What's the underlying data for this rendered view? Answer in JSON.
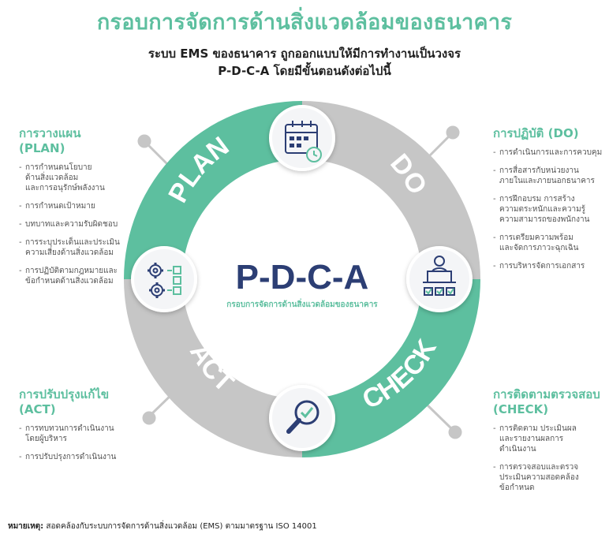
{
  "header": {
    "title": "กรอบการจัดการด้านสิ่งแวดล้อมของธนาคาร",
    "subtitle_line1": "ระบบ EMS ของธนาคาร ถูกออกแบบให้มีการทำงานเป็นวงจร",
    "subtitle_line2": "P-D-C-A โดยมีขั้นตอนดังต่อไปนี้"
  },
  "center": {
    "title": "P-D-C-A",
    "subtitle": "กรอบการจัดการด้านสิ่งแวดล้อมของธนาคาร"
  },
  "ring": {
    "plan_label": "PLAN",
    "do_label": "DO",
    "check_label": "CHECK",
    "act_label": "ACT"
  },
  "plan": {
    "heading_line1": "การวางแผน",
    "heading_line2": "(PLAN)",
    "items": [
      "การกำหนดนโยบาย\nด้านสิ่งแวดล้อม\nและการอนุรักษ์พลังงาน",
      "การกำหนดเป้าหมาย",
      "บทบาทและความรับผิดชอบ",
      "การระบุประเด็นและประเมิน\nความเสี่ยงด้านสิ่งแวดล้อม",
      "การปฏิบัติตามกฎหมายและ\nข้อกำหนดด้านสิ่งแวดล้อม"
    ]
  },
  "do": {
    "heading_line1": "การปฏิบัติ (DO)",
    "items": [
      "การดำเนินการและการควบคุม",
      "การสื่อสารกับหน่วยงาน\nภายในและภายนอกธนาคาร",
      "การฝึกอบรม การสร้าง\nความตระหนักและความรู้\nความสามารถของพนักงาน",
      "การเตรียมความพร้อม\nและจัดการภาวะฉุกเฉิน",
      "การบริหารจัดการเอกสาร"
    ]
  },
  "act": {
    "heading_line1": "การปรับปรุงแก้ไข",
    "heading_line2": "(ACT)",
    "items": [
      "การทบทวนการดำเนินงาน\nโดยผู้บริหาร",
      "การปรับปรุงการดำเนินงาน"
    ]
  },
  "check": {
    "heading_line1": "การติดตามตรวจสอบ",
    "heading_line2": "(CHECK)",
    "items": [
      "การติดตาม ประเมินผล\nและรายงานผลการ\nดำเนินงาน",
      "การตรวจสอบและตรวจ\nประเมินความสอดคล้อง\nข้อกำหนด"
    ]
  },
  "footnote": {
    "label": "หมายเหตุ:",
    "text": " สอดคล้องกับระบบการจัดการด้านสิ่งแวดล้อม (EMS) ตามมาตรฐาน ISO 14001"
  },
  "icons": {
    "plan": "calendar-icon",
    "do": "presenter-checklist-icon",
    "check": "magnifier-check-icon",
    "act": "gears-checklist-icon"
  },
  "colors": {
    "green": "#5dbf9f",
    "gray": "#c6c6c6",
    "navy": "#2c3e74"
  }
}
